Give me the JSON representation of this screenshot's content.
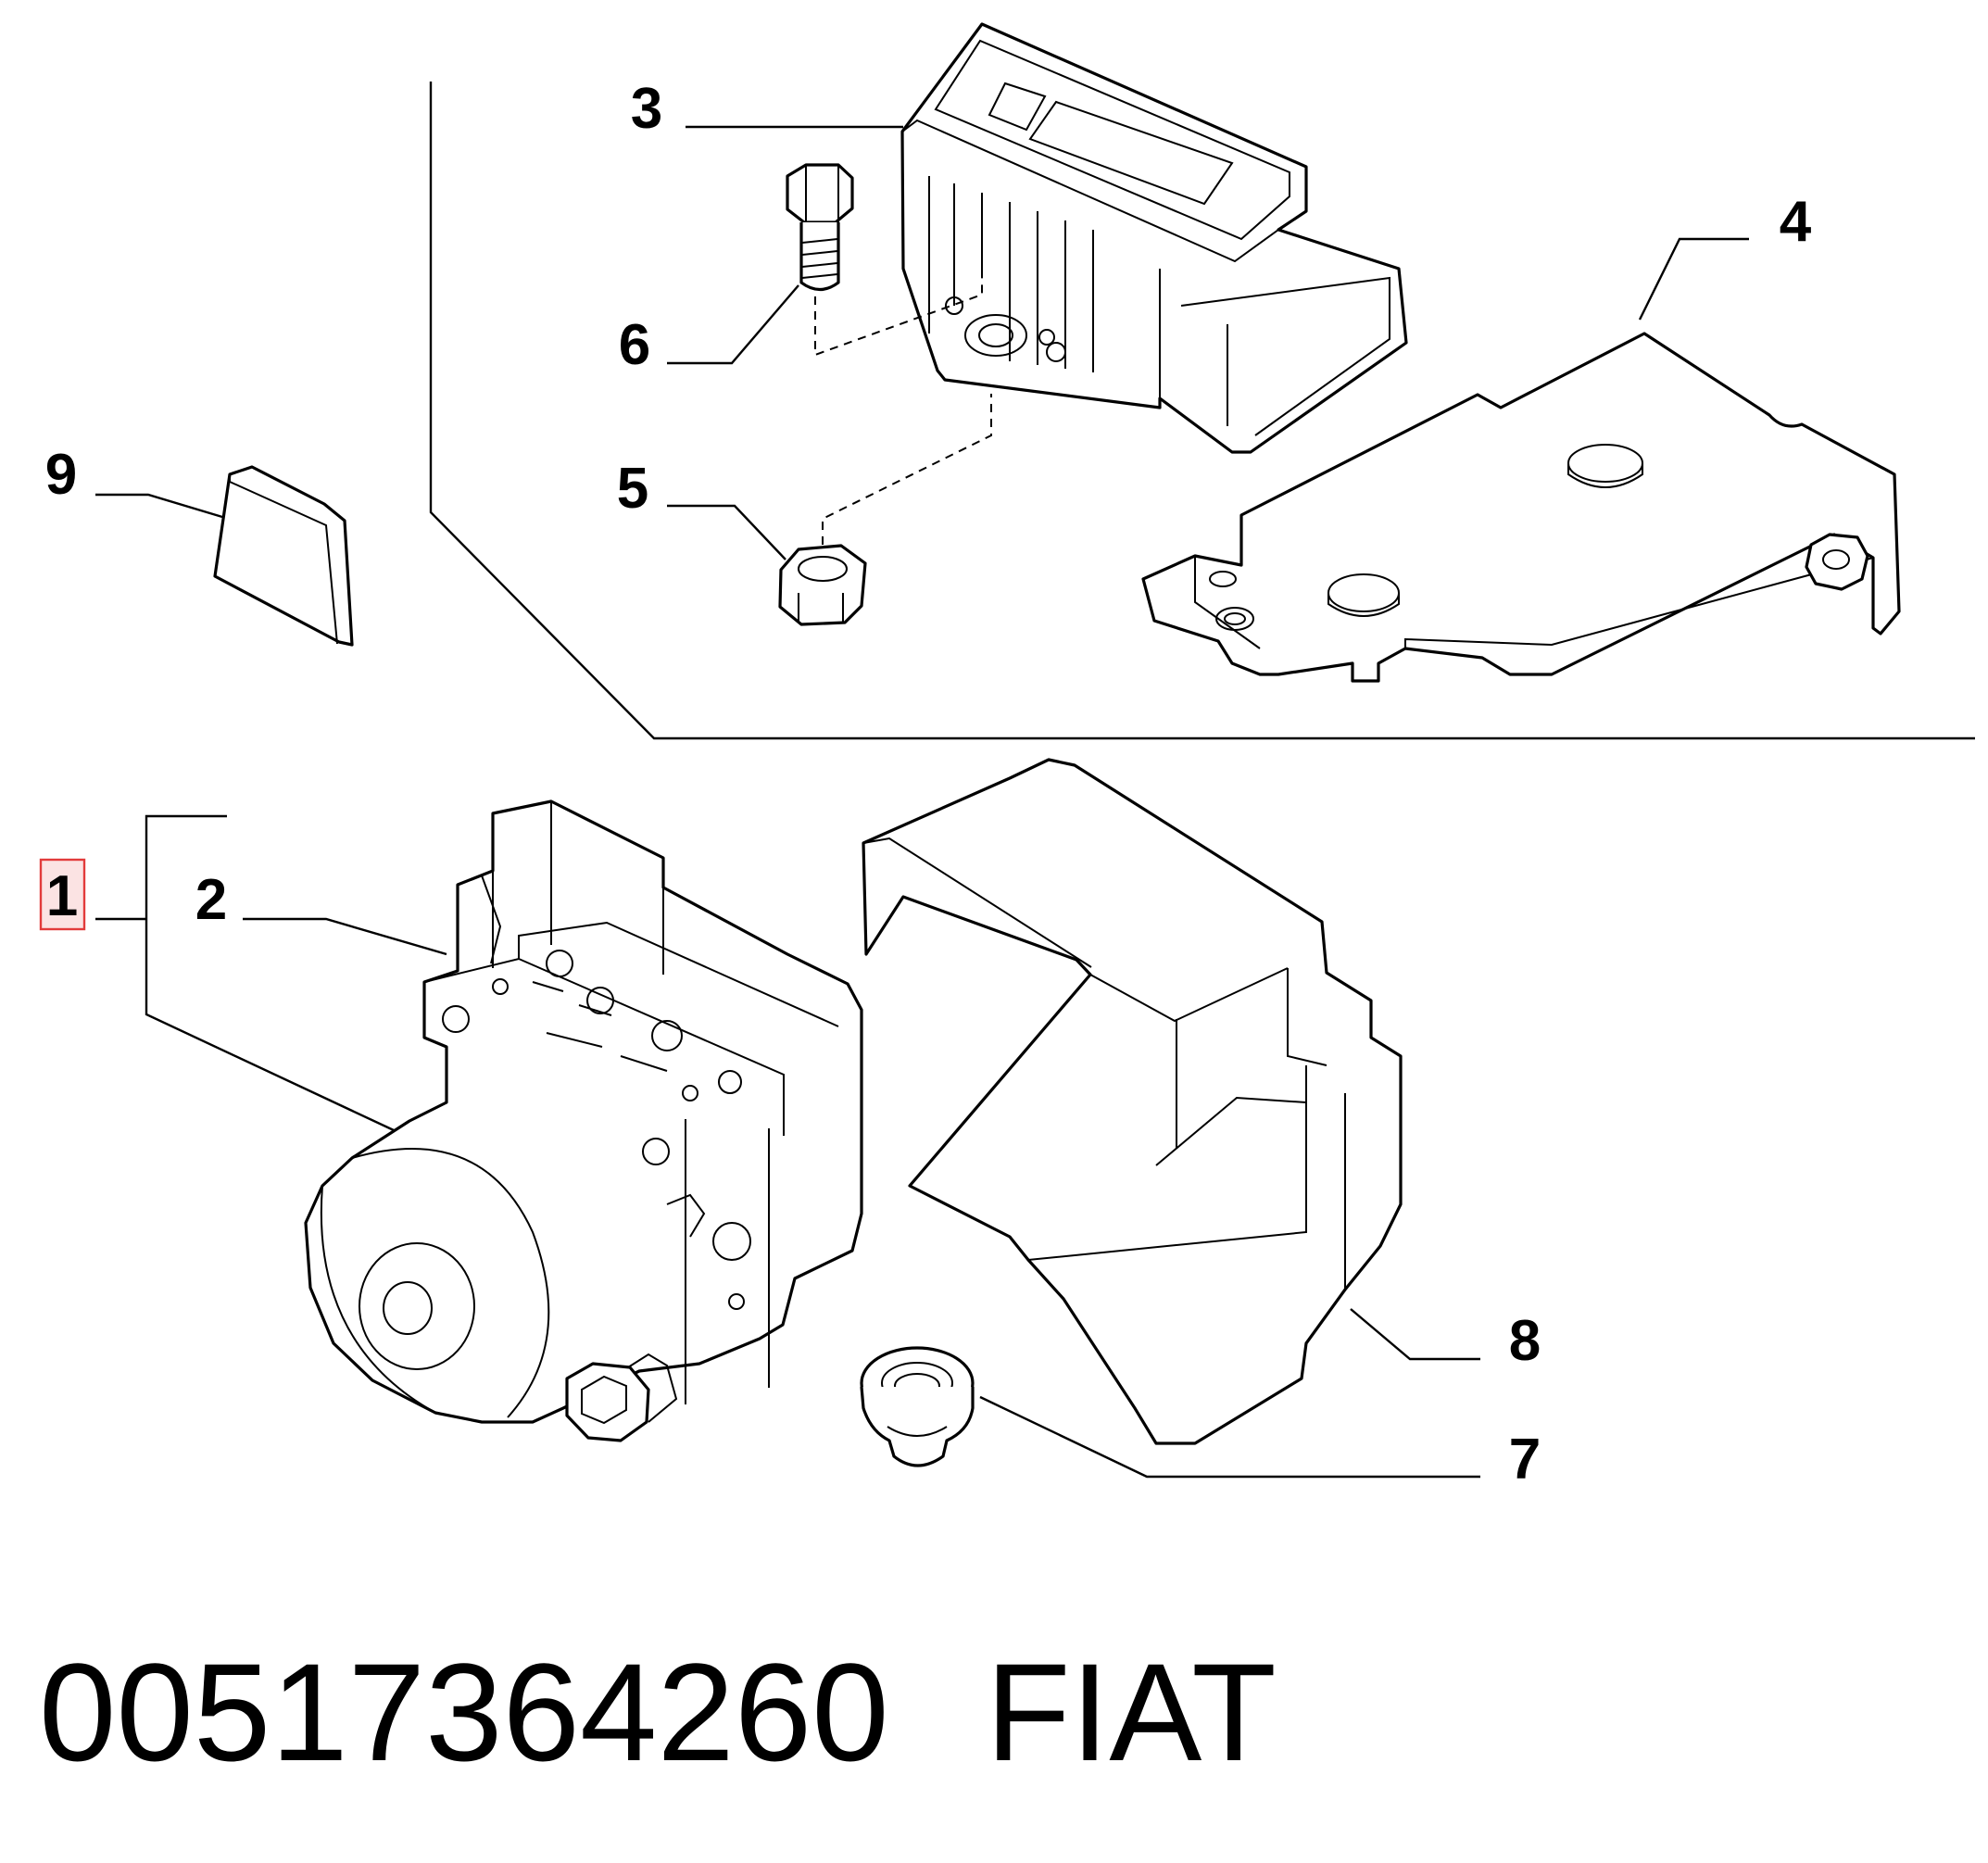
{
  "callouts": [
    {
      "id": "1",
      "text": "1",
      "highlighted": true
    },
    {
      "id": "2",
      "text": "2"
    },
    {
      "id": "3",
      "text": "3"
    },
    {
      "id": "4",
      "text": "4"
    },
    {
      "id": "5",
      "text": "5"
    },
    {
      "id": "6",
      "text": "6"
    },
    {
      "id": "7",
      "text": "7"
    },
    {
      "id": "8",
      "text": "8"
    },
    {
      "id": "9",
      "text": "9"
    }
  ],
  "footer": {
    "part_number": "00517364260",
    "brand": "FIAT"
  },
  "colors": {
    "highlight_border": "#e23b3b",
    "highlight_fill": "#fbe3e3",
    "ink": "#000000"
  }
}
